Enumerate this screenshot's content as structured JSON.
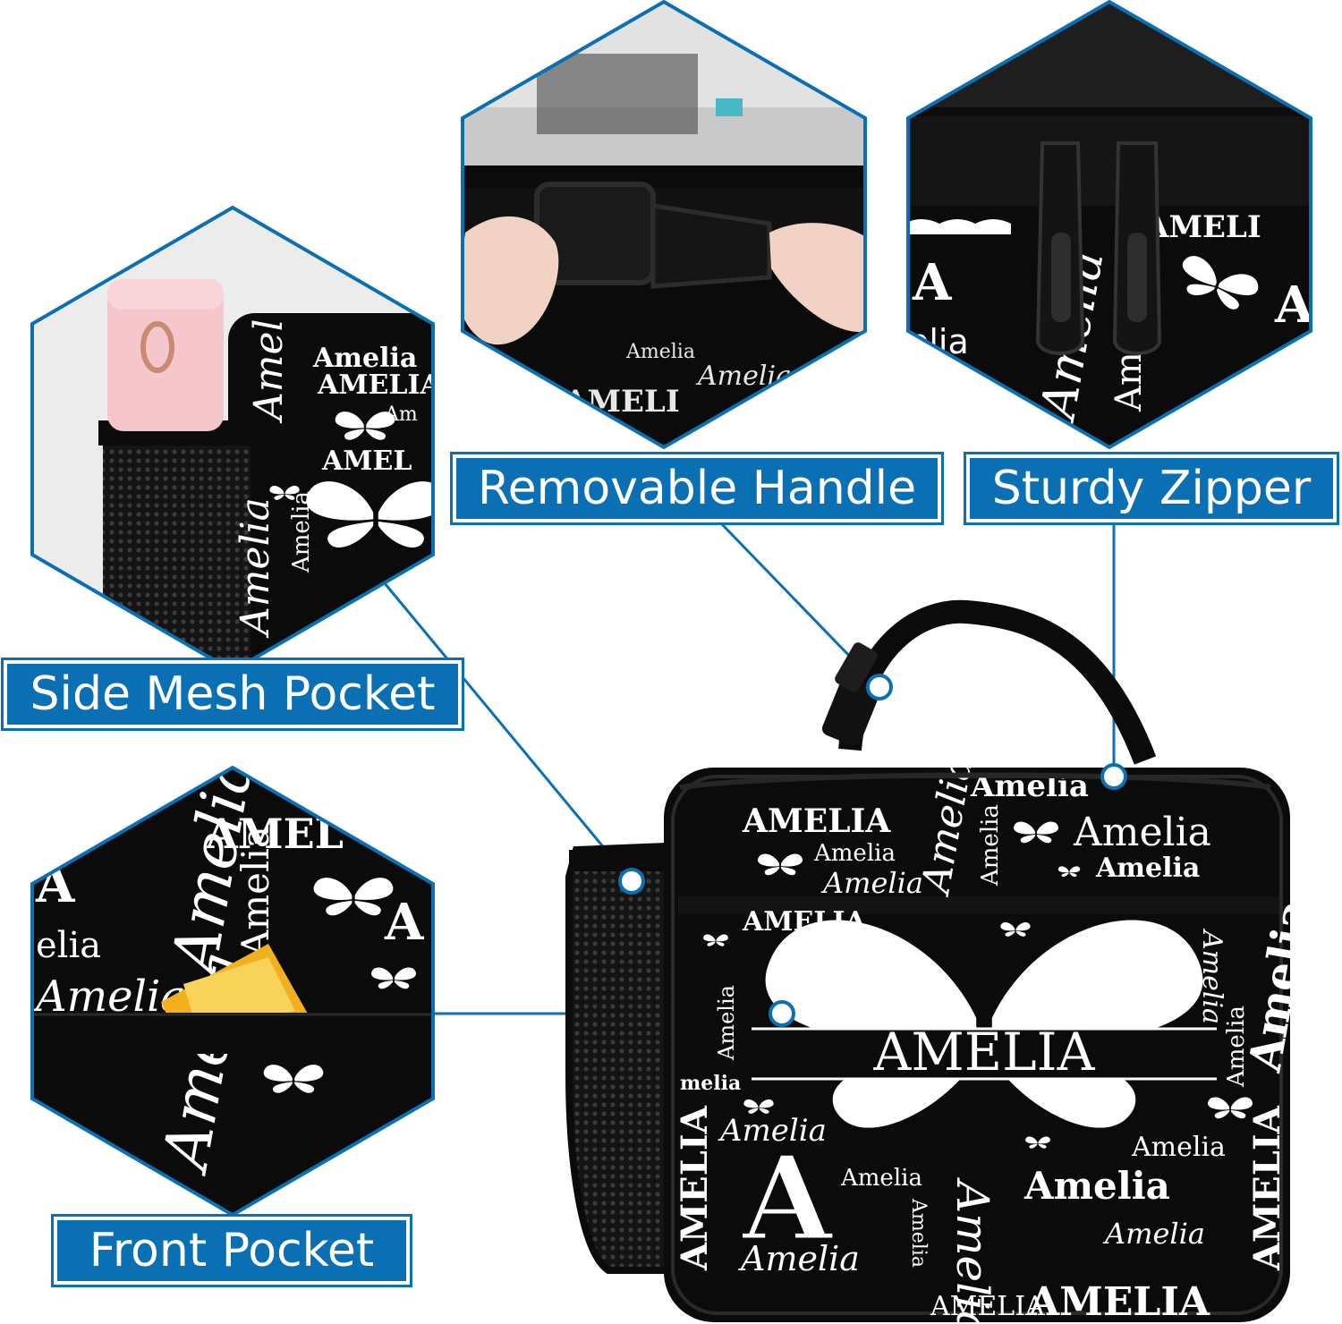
{
  "labels": {
    "removable_handle": "Removable Handle",
    "sturdy_zipper": "Sturdy Zipper",
    "side_mesh_pocket": "Side Mesh Pocket",
    "front_pocket": "Front Pocket"
  },
  "bag_print": {
    "main_name": "AMELIA",
    "name_script": "Amelia",
    "monogram": "A"
  },
  "colors": {
    "accent": "#0a70b3",
    "bag": "#0b0b0b",
    "print": "#ffffff",
    "bottle": "#f5c6cc",
    "snack": "#f2b01e"
  },
  "icons": [
    "butterfly-icon",
    "zipper-pull-icon",
    "buckle-icon",
    "water-bottle-icon"
  ]
}
